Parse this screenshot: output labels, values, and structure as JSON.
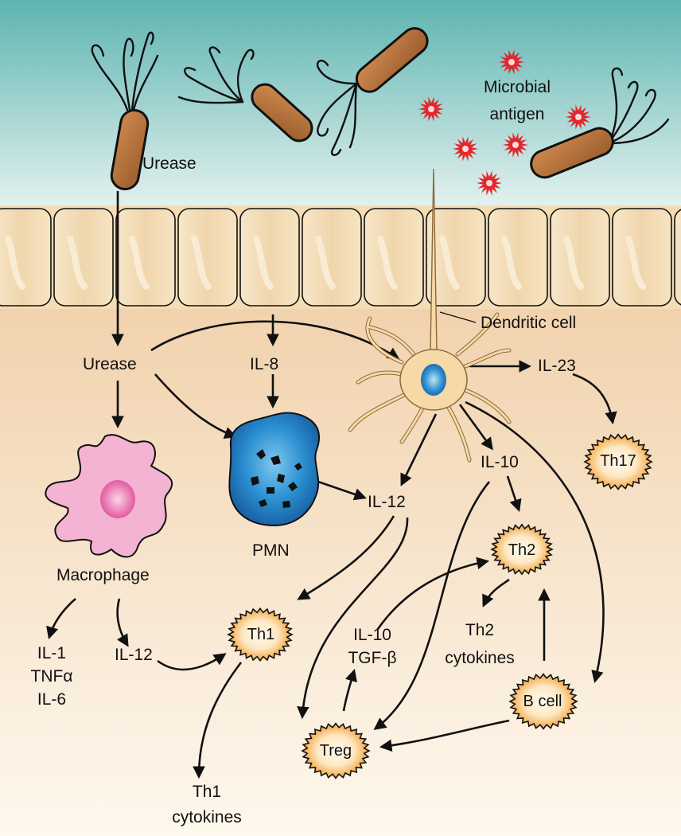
{
  "labels": {
    "urease_top": "Urease",
    "microbial_antigen_1": "Microbial",
    "microbial_antigen_2": "antigen",
    "dendritic_cell": "Dendritic cell",
    "urease_mid": "Urease",
    "il8": "IL-8",
    "il23": "IL-23",
    "il10_right": "IL-10",
    "il12_center": "IL-12",
    "pmn": "PMN",
    "macrophage": "Macrophage",
    "il1": "IL-1",
    "tnf": "TNFα",
    "il6": "IL-6",
    "il12_left": "IL-12",
    "il10_center": "IL-10",
    "tgf": "TGF-β",
    "th2_cytokines_1": "Th2",
    "th2_cytokines_2": "cytokines",
    "th1_cytokines_1": "Th1",
    "th1_cytokines_2": "cytokines"
  },
  "cells": {
    "th17": "Th17",
    "th2": "Th2",
    "th1": "Th1",
    "b_cell": "B cell",
    "treg": "Treg"
  },
  "colors": {
    "lumen_top": "#5fb6b2",
    "lumen_bottom": "#dff0ee",
    "epithelium": "#f2dcb8",
    "tissue_top": "#f1d4b0",
    "tissue_bottom": "#fdf6ea",
    "bacteria": "#b3723e",
    "t_cell": "#f4a640",
    "pmn": "#1f78c0",
    "macrophage": "#f2a7cf",
    "antigen": "#e2272d"
  }
}
